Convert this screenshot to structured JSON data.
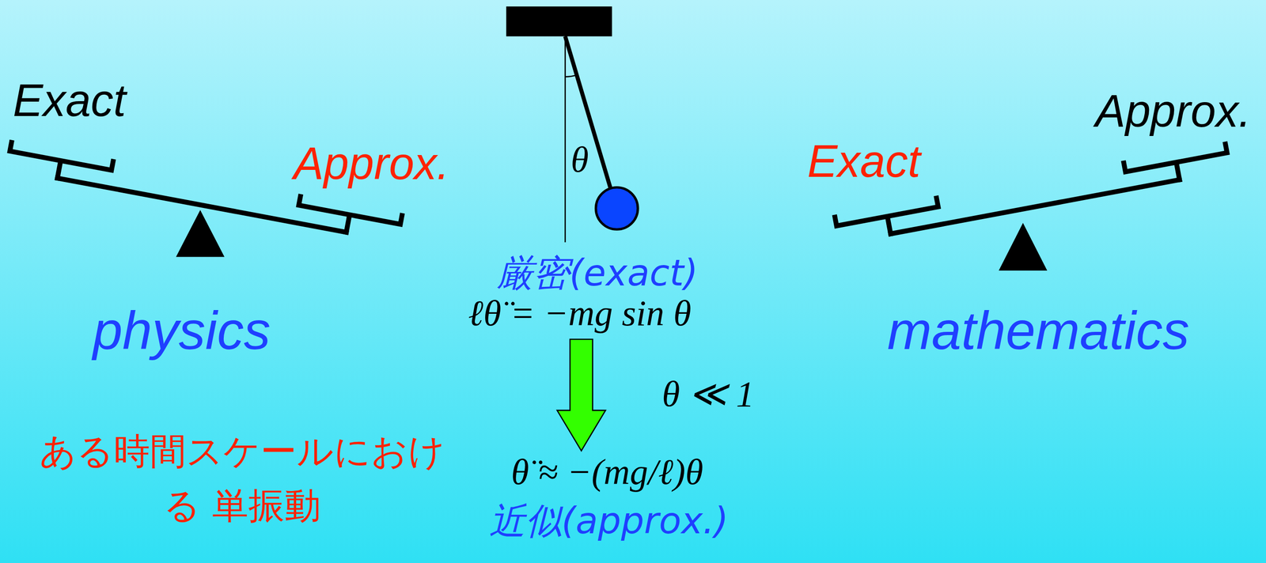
{
  "diagram": {
    "labels": [
      "Exact",
      "Approx.",
      "θ",
      "Approx.",
      "Exact",
      "厳密(exact)",
      "physics",
      "ℓθ̈ = −mg sin θ",
      "mathematics",
      "θ ≪ 1",
      "ある時間スケールにおける 単振動",
      "θ̈ ≈ −(mg/ℓ)θ",
      "近似(approx.)"
    ]
  }
}
